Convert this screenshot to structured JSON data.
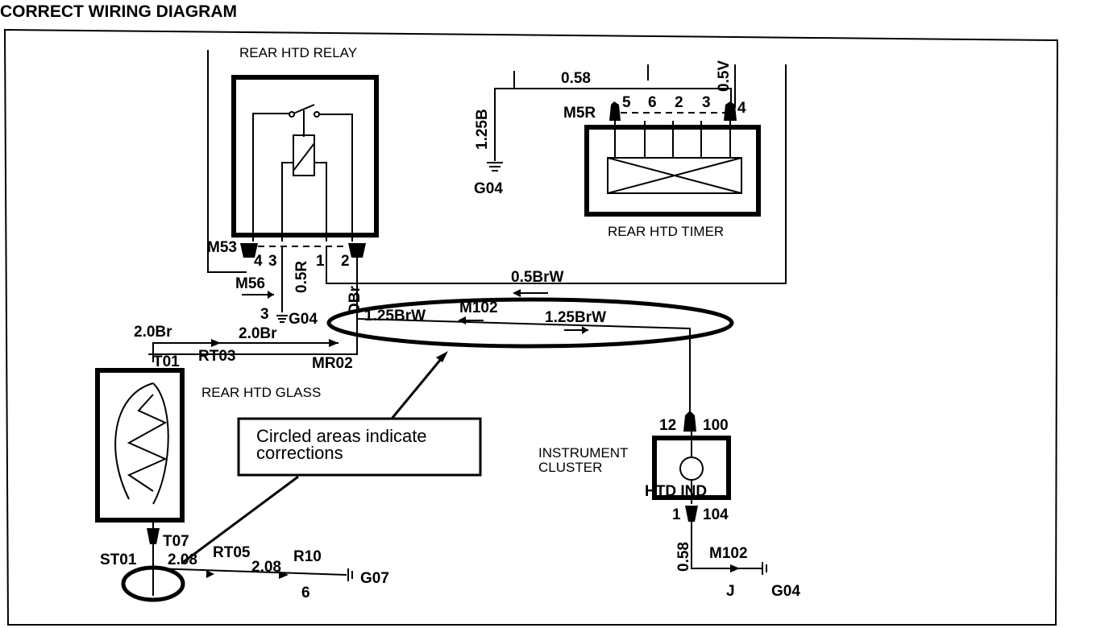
{
  "title": "CORRECT WIRING DIAGRAM",
  "components": {
    "relay": "REAR HTD RELAY",
    "timer": "REAR HTD TIMER",
    "glass": "REAR HTD GLASS",
    "cluster_line1": "INSTRUMENT",
    "cluster_line2": "CLUSTER",
    "htd_ind": "HTD IND"
  },
  "connectors": {
    "m53": "M53",
    "m56": "M56",
    "m5r": "M5R",
    "m102_top": "M102",
    "m102_bottom": "M102",
    "mr02": "MR02",
    "t01": "T01",
    "rt03": "RT03",
    "t07": "T07",
    "st01": "ST01",
    "rt05": "RT05",
    "r10": "R10",
    "g04_top": "G04",
    "g04_mid": "G04",
    "g04_bottom": "G04",
    "g07": "G07",
    "j": "J"
  },
  "pins": {
    "relay_4": "4",
    "relay_3": "3",
    "relay_1": "1",
    "relay_2": "2",
    "m56_3": "3",
    "timer_5": "5",
    "timer_6": "6",
    "timer_2": "2",
    "timer_3": "3",
    "timer_4": "4",
    "cluster_12": "12",
    "cluster_100": "100",
    "cluster_1": "1",
    "cluster_104": "104",
    "r10_6": "6"
  },
  "wires": {
    "w_058_top": "0.58",
    "w_125b": "1.25B",
    "w_05v": "0.5V",
    "w_05r": "0.5R",
    "w_dbr": "DBr",
    "w_05brw": "0.5BrW",
    "w_125brw_a": "1.25BrW",
    "w_125brw_b": "1.25BrW",
    "w_20br_a": "2.0Br",
    "w_20br_b": "2.0Br",
    "w_208_a": "2.08",
    "w_208_b": "2.08",
    "w_058_bottom": "0.58"
  },
  "callout": {
    "line1": "Circled areas indicate",
    "line2": "corrections"
  }
}
